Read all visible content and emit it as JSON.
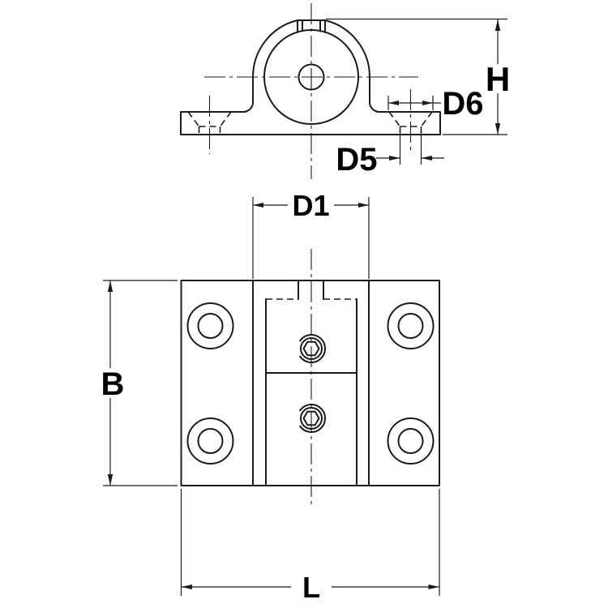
{
  "drawing": {
    "kind": "technical-drawing-two-views",
    "background_color": "#ffffff",
    "line_color": "#1b1b1b",
    "text_color": "#000000"
  },
  "dimensions": {
    "H": {
      "label": "H"
    },
    "D6": {
      "label": "D6"
    },
    "D5": {
      "label": "D5"
    },
    "D1": {
      "label": "D1"
    },
    "B": {
      "label": "B"
    },
    "L": {
      "label": "L"
    }
  }
}
